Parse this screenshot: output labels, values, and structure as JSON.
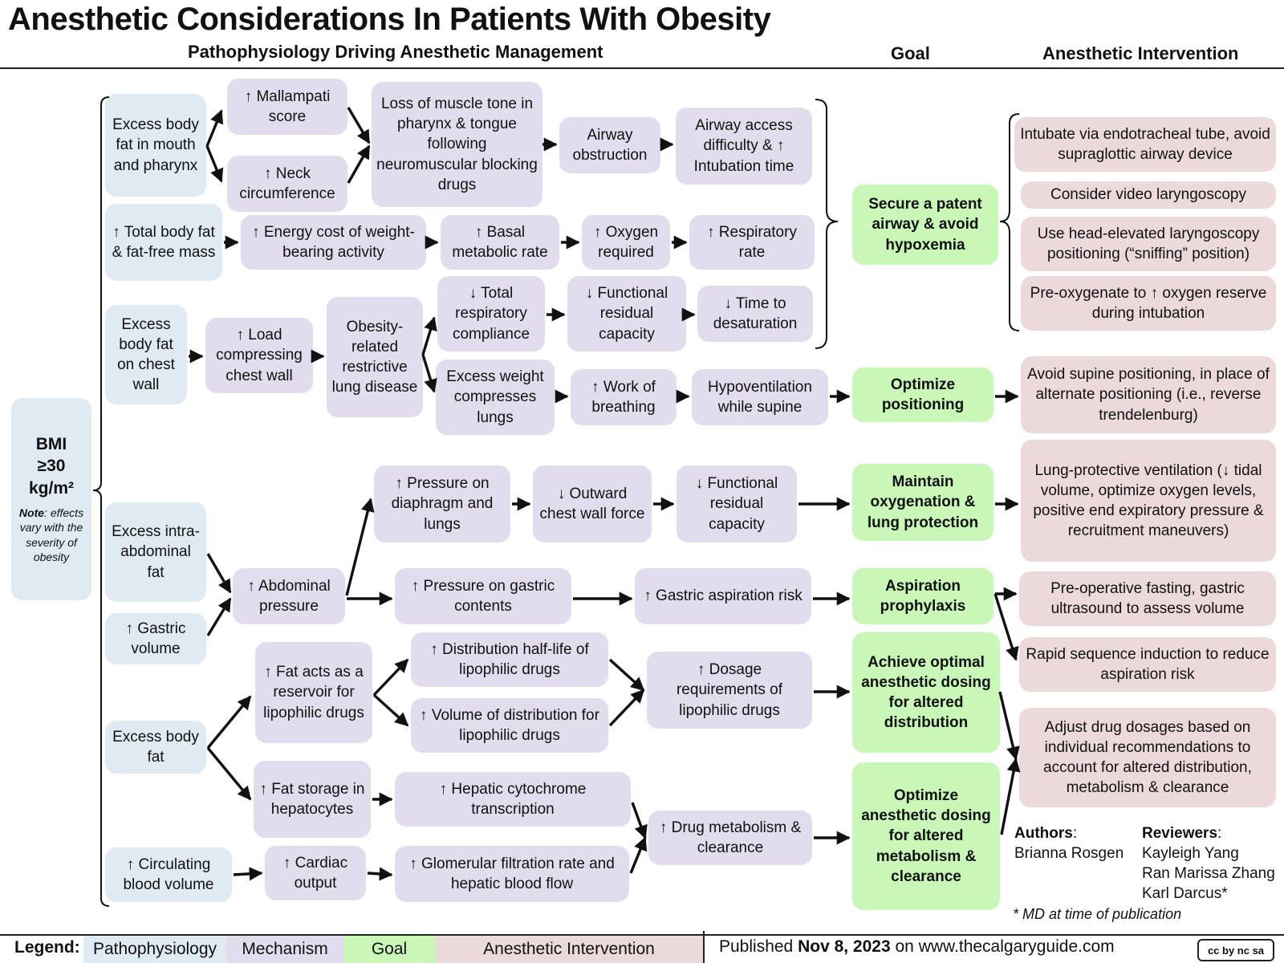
{
  "title": "Anesthetic Considerations In Patients With Obesity",
  "headers": {
    "pathophysiology": "Pathophysiology Driving Anesthetic Management",
    "goal": "Goal",
    "intervention": "Anesthetic Intervention"
  },
  "bmi": {
    "main": "BMI\n≥30\nkg/m²",
    "note_label": "Note",
    "note": ": effects vary with the severity of obesity"
  },
  "pathophysiology": {
    "p1": "Excess body fat in mouth and pharynx",
    "p2": "↑ Total body fat & fat-free mass",
    "p3": "Excess body fat on chest wall",
    "p4": "Excess intra-abdominal fat",
    "p5": "↑ Gastric volume",
    "p6": "Excess body fat",
    "p7": "↑ Circulating blood volume"
  },
  "mechanisms": {
    "m_mallampati": "↑ Mallampati score",
    "m_neck": "↑ Neck circumference",
    "m_muscle_tone": "Loss of muscle tone in pharynx & tongue following neuromuscular blocking drugs",
    "m_airway_obstruction": "Airway obstruction",
    "m_airway_access": "Airway access difficulty & ↑ Intubation time",
    "m_energy_cost": "↑ Energy cost of weight-bearing activity",
    "m_basal": "↑ Basal metabolic rate",
    "m_oxygen": "↑ Oxygen required",
    "m_resp_rate": "↑ Respiratory rate",
    "m_load": "↑ Load compressing chest wall",
    "m_restrictive": "Obesity-related restrictive lung disease",
    "m_compliance": "↓ Total respiratory compliance",
    "m_frc1": "↓ Functional residual capacity",
    "m_desat": "↓ Time to desaturation",
    "m_compresses": "Excess weight compresses lungs",
    "m_wob": "↑ Work of breathing",
    "m_hypovent": "Hypoventilation while supine",
    "m_pressure_diaphragm": "↑ Pressure on diaphragm and lungs",
    "m_outward": "↓ Outward chest wall force",
    "m_frc2": "↓ Functional residual capacity",
    "m_abdominal": "↑ Abdominal pressure",
    "m_gastric_pressure": "↑ Pressure on gastric contents",
    "m_aspiration": "↑ Gastric aspiration risk",
    "m_reservoir": "↑ Fat acts as a reservoir for lipophilic drugs",
    "m_halflife": "↑ Distribution half-life of lipophilic drugs",
    "m_vd": "↑ Volume of distribution for lipophilic drugs",
    "m_dosage": "↑ Dosage requirements of lipophilic drugs",
    "m_fat_storage": "↑ Fat storage in hepatocytes",
    "m_cyp": "↑ Hepatic cytochrome transcription",
    "m_drug_metab": "↑ Drug metabolism & clearance",
    "m_cardiac": "↑ Cardiac output",
    "m_gfr": "↑ Glomerular filtration rate and hepatic blood flow"
  },
  "goals": {
    "g1": "Secure a patent airway & avoid hypoxemia",
    "g2": "Optimize positioning",
    "g3": "Maintain oxygenation & lung protection",
    "g4": "Aspiration prophylaxis",
    "g5": "Achieve optimal anesthetic dosing for altered distribution",
    "g6": "Optimize anesthetic dosing for altered metabolism & clearance"
  },
  "interventions": {
    "i1": "Intubate via endotracheal tube, avoid supraglottic airway device",
    "i2": "Consider video laryngoscopy",
    "i3": "Use head-elevated laryngoscopy positioning (“sniffing” position)",
    "i4": "Pre-oxygenate to ↑ oxygen reserve during intubation",
    "i5": "Avoid supine positioning, in place of alternate positioning (i.e., reverse trendelenburg)",
    "i6": "Lung-protective ventilation (↓ tidal volume, optimize oxygen levels, positive end expiratory pressure & recruitment maneuvers)",
    "i7": "Pre-operative fasting, gastric ultrasound to assess volume",
    "i8": "Rapid sequence induction to reduce aspiration risk",
    "i9": "Adjust drug dosages based on individual recommendations to account for altered distribution, metabolism & clearance"
  },
  "credits": {
    "authors_label": "Authors",
    "authors": [
      "Brianna Rosgen"
    ],
    "reviewers_label": "Reviewers",
    "reviewers": [
      "Kayleigh Yang",
      "Ran Marissa Zhang",
      "Karl Darcus*"
    ],
    "footnote": "* MD at time of publication"
  },
  "legend": {
    "label": "Legend:",
    "items": [
      "Pathophysiology",
      "Mechanism",
      "Goal",
      "Anesthetic Intervention"
    ]
  },
  "published": {
    "prefix": "Published ",
    "date": "Nov 8, 2023",
    "middle": " on ",
    "site": "www.thecalgaryguide.com"
  },
  "license": "cc by nc sa",
  "colors": {
    "pathophysiology": "#dfeaf2",
    "mechanism": "#e2dded",
    "goal": "#c8f7b8",
    "intervention": "#ecd9d9"
  }
}
